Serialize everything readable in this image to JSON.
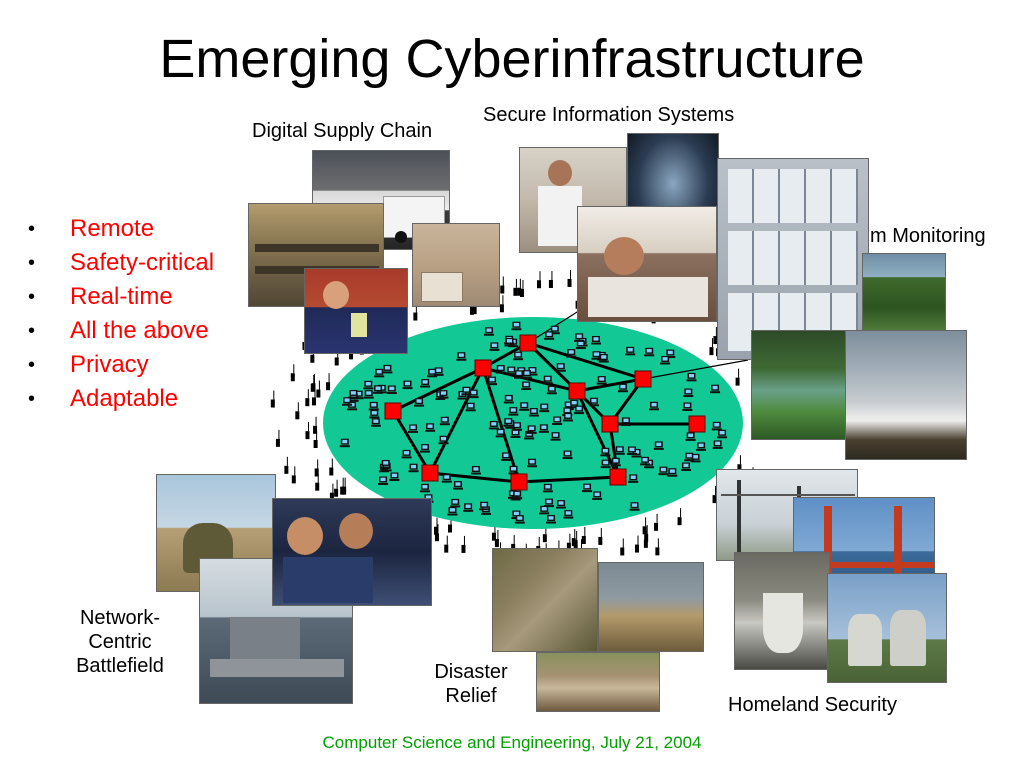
{
  "title": "Emerging Cyberinfrastructure",
  "captions": {
    "digital_supply_chain": "Digital Supply Chain",
    "secure_information_systems": "Secure Information Systems",
    "monitoring_partial": "m Monitoring",
    "network_centric": "Network-\nCentric\nBattlefield",
    "disaster_relief": "Disaster\nRelief",
    "homeland_security": "Homeland Security"
  },
  "bullets": [
    "Remote",
    "Safety-critical",
    "Real-time",
    "All the above",
    "Privacy",
    "Adaptable"
  ],
  "footer": "Computer Science and Engineering, July 21, 2004",
  "colors": {
    "bullet_text": "#ff0000",
    "footer_text": "#00a000",
    "network_ellipse": "#12c895",
    "router_node": "#ff0000"
  },
  "photos": [
    {
      "name": "truck-photo",
      "group": "digital-supply-chain"
    },
    {
      "name": "warehouse-photo",
      "group": "digital-supply-chain"
    },
    {
      "name": "boxes-photo",
      "group": "digital-supply-chain"
    },
    {
      "name": "worker-scanner-photo",
      "group": "digital-supply-chain"
    },
    {
      "name": "doctor-patient-photo",
      "group": "secure-information-systems"
    },
    {
      "name": "xray-photo",
      "group": "secure-information-systems"
    },
    {
      "name": "patient-bed-photo",
      "group": "secure-information-systems"
    },
    {
      "name": "server-rack-photo",
      "group": "secure-information-systems"
    },
    {
      "name": "wetland-photo",
      "group": "monitoring"
    },
    {
      "name": "river-forest-photo",
      "group": "monitoring"
    },
    {
      "name": "birds-photo",
      "group": "monitoring"
    },
    {
      "name": "soldier-photo",
      "group": "network-centric-battlefield"
    },
    {
      "name": "aircraft-carrier-photo",
      "group": "network-centric-battlefield"
    },
    {
      "name": "headset-crew-photo",
      "group": "network-centric-battlefield"
    },
    {
      "name": "tornado-damage-photo",
      "group": "disaster-relief"
    },
    {
      "name": "collapsed-building-photo",
      "group": "disaster-relief"
    },
    {
      "name": "debris-photo",
      "group": "disaster-relief"
    },
    {
      "name": "power-lines-photo",
      "group": "homeland-security"
    },
    {
      "name": "golden-gate-bridge-photo",
      "group": "homeland-security"
    },
    {
      "name": "dam-photo",
      "group": "homeland-security"
    },
    {
      "name": "cooling-towers-photo",
      "group": "homeland-security"
    }
  ]
}
